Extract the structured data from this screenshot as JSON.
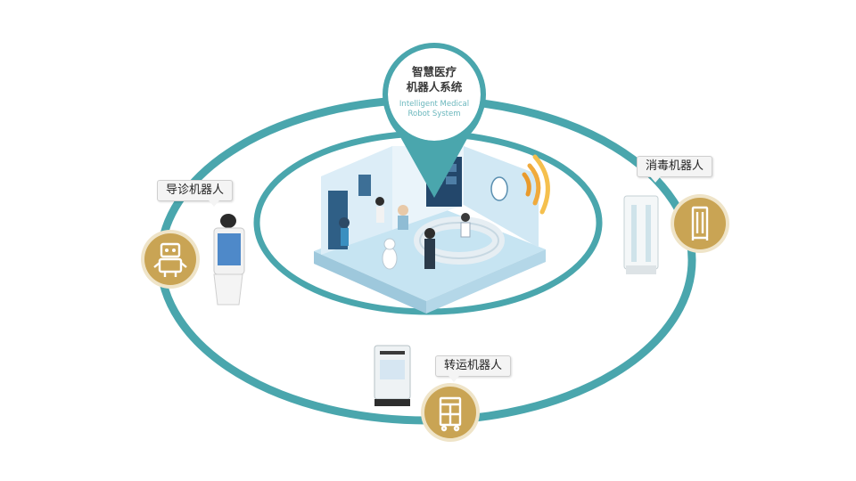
{
  "center": {
    "title_line1": "智慧医疗",
    "title_line2": "机器人系统",
    "subtitle_line1": "Intelligent Medical",
    "subtitle_line2": "Robot System"
  },
  "robots": [
    {
      "label": "导诊机器人",
      "icon": "robot-icon"
    },
    {
      "label": "消毒机器人",
      "icon": "disinfection-cabinet-icon"
    },
    {
      "label": "转运机器人",
      "icon": "transport-cart-icon"
    }
  ],
  "colors": {
    "ring": "#4aa6ad",
    "gold": "#c9a454",
    "pin": "#4aa6ad"
  }
}
